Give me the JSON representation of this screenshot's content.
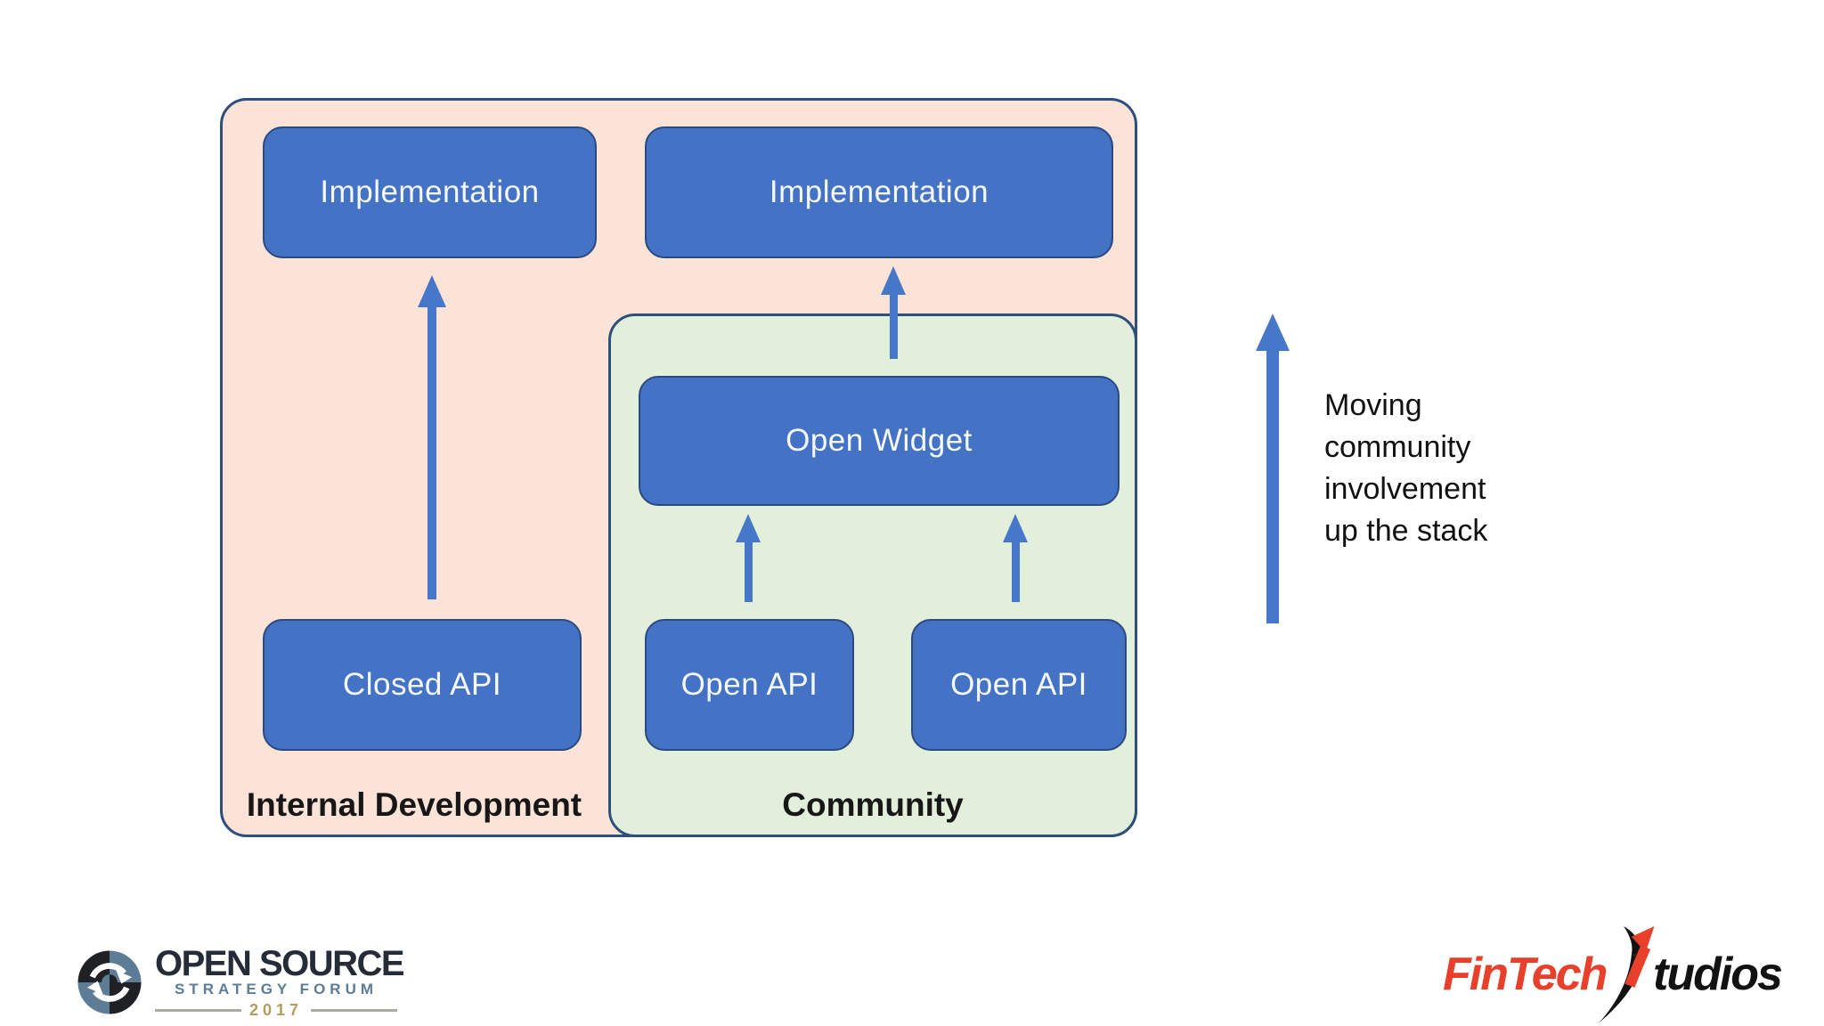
{
  "slide": {
    "regions": {
      "internal": {
        "label": "Internal Development"
      },
      "community": {
        "label": "Community"
      }
    },
    "boxes": {
      "impl_left": "Implementation",
      "impl_right": "Implementation",
      "open_widget": "Open Widget",
      "closed_api": "Closed API",
      "open_api_left": "Open API",
      "open_api_right": "Open API"
    },
    "annotation": {
      "lines": [
        "Moving",
        "community",
        "involvement",
        "up the stack"
      ]
    },
    "colors": {
      "box_fill": "#4472c4",
      "box_border": "#2b4a80",
      "arrow": "#4777c8",
      "region_border": "#2d4f7c",
      "internal_fill": "#fbe3d7",
      "community_fill": "#e2efda"
    },
    "icons": {
      "arrows": "up-arrow-icon",
      "ossf": "circular-arrows-icon",
      "fintech_s": "growth-arrow-s-icon"
    }
  },
  "footer": {
    "ossf": {
      "title": "OPEN SOURCE",
      "subtitle": "STRATEGY FORUM",
      "year": "2017"
    },
    "fintechstudios": {
      "fintech": "FinTech",
      "studios": "tudios"
    }
  }
}
